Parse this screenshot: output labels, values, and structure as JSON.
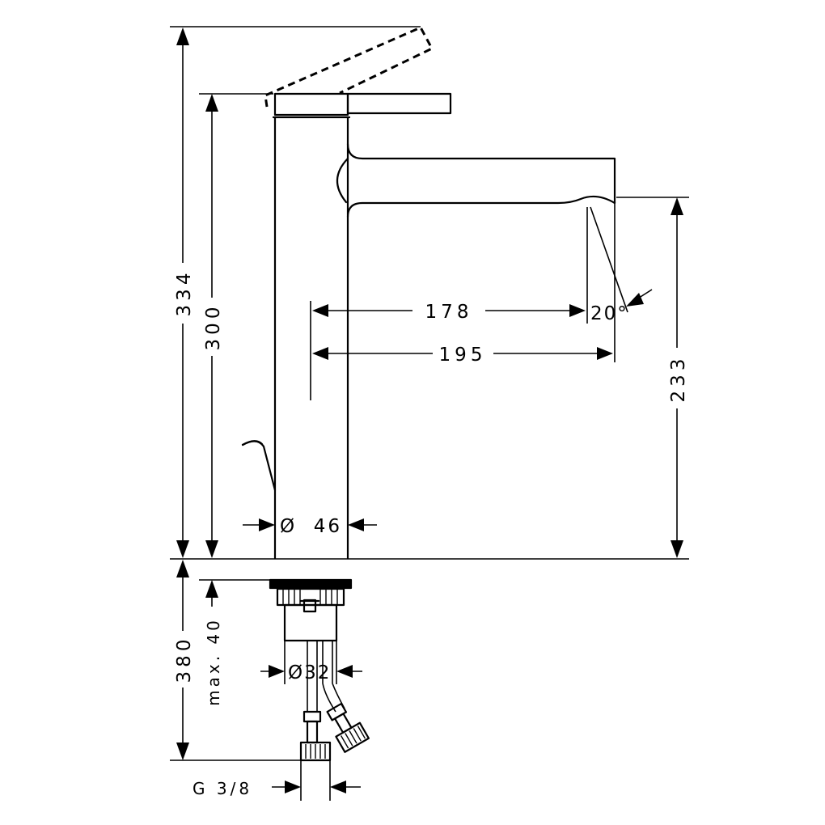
{
  "dimensions": {
    "total_height": "334",
    "body_height": "300",
    "spout_reach_inner": "178",
    "spout_reach_outer": "195",
    "outlet_height": "233",
    "spray_angle": "20°",
    "body_diameter": "Ø  46",
    "connection_length": "380",
    "max_deck_thickness": "max. 40",
    "shank_diameter": "Ø32",
    "thread_size": "G 3/8"
  }
}
